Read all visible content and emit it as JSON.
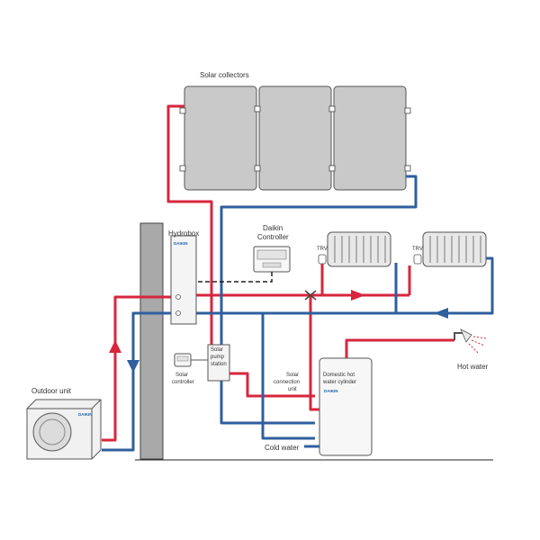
{
  "labels": {
    "solar_collectors": "Solar collectors",
    "hydrobox": "Hydrobox",
    "daikin_controller_line1": "Daikin",
    "daikin_controller_line2": "Controller",
    "outdoor_unit": "Outdoor unit",
    "solar_pump_station_line1": "Solar",
    "solar_pump_station_line2": "pump",
    "solar_pump_station_line3": "station",
    "solar_controller_line1": "Solar",
    "solar_controller_line2": "controller",
    "solar_connection_unit_line1": "Solar",
    "solar_connection_unit_line2": "connection",
    "solar_connection_unit_line3": "unit",
    "cylinder_line1": "Domestic hot",
    "cylinder_line2": "water cylinder",
    "hot_water": "Hot water",
    "cold_water": "Cold water",
    "trv_left": "TRV",
    "trv_right": "TRV"
  },
  "logos": {
    "brand_text": "DAIKIN"
  },
  "colors": {
    "hot_pipe": "#d7263d",
    "cold_pipe": "#2f5f9e",
    "panel_fill": "#c9c9c9",
    "wall_fill": "#a9a9a9",
    "control_line": "#222222"
  },
  "icons": [
    "radiator-icon",
    "shower-head-icon",
    "flow-arrow-icon",
    "fan-icon",
    "valve-icon"
  ]
}
